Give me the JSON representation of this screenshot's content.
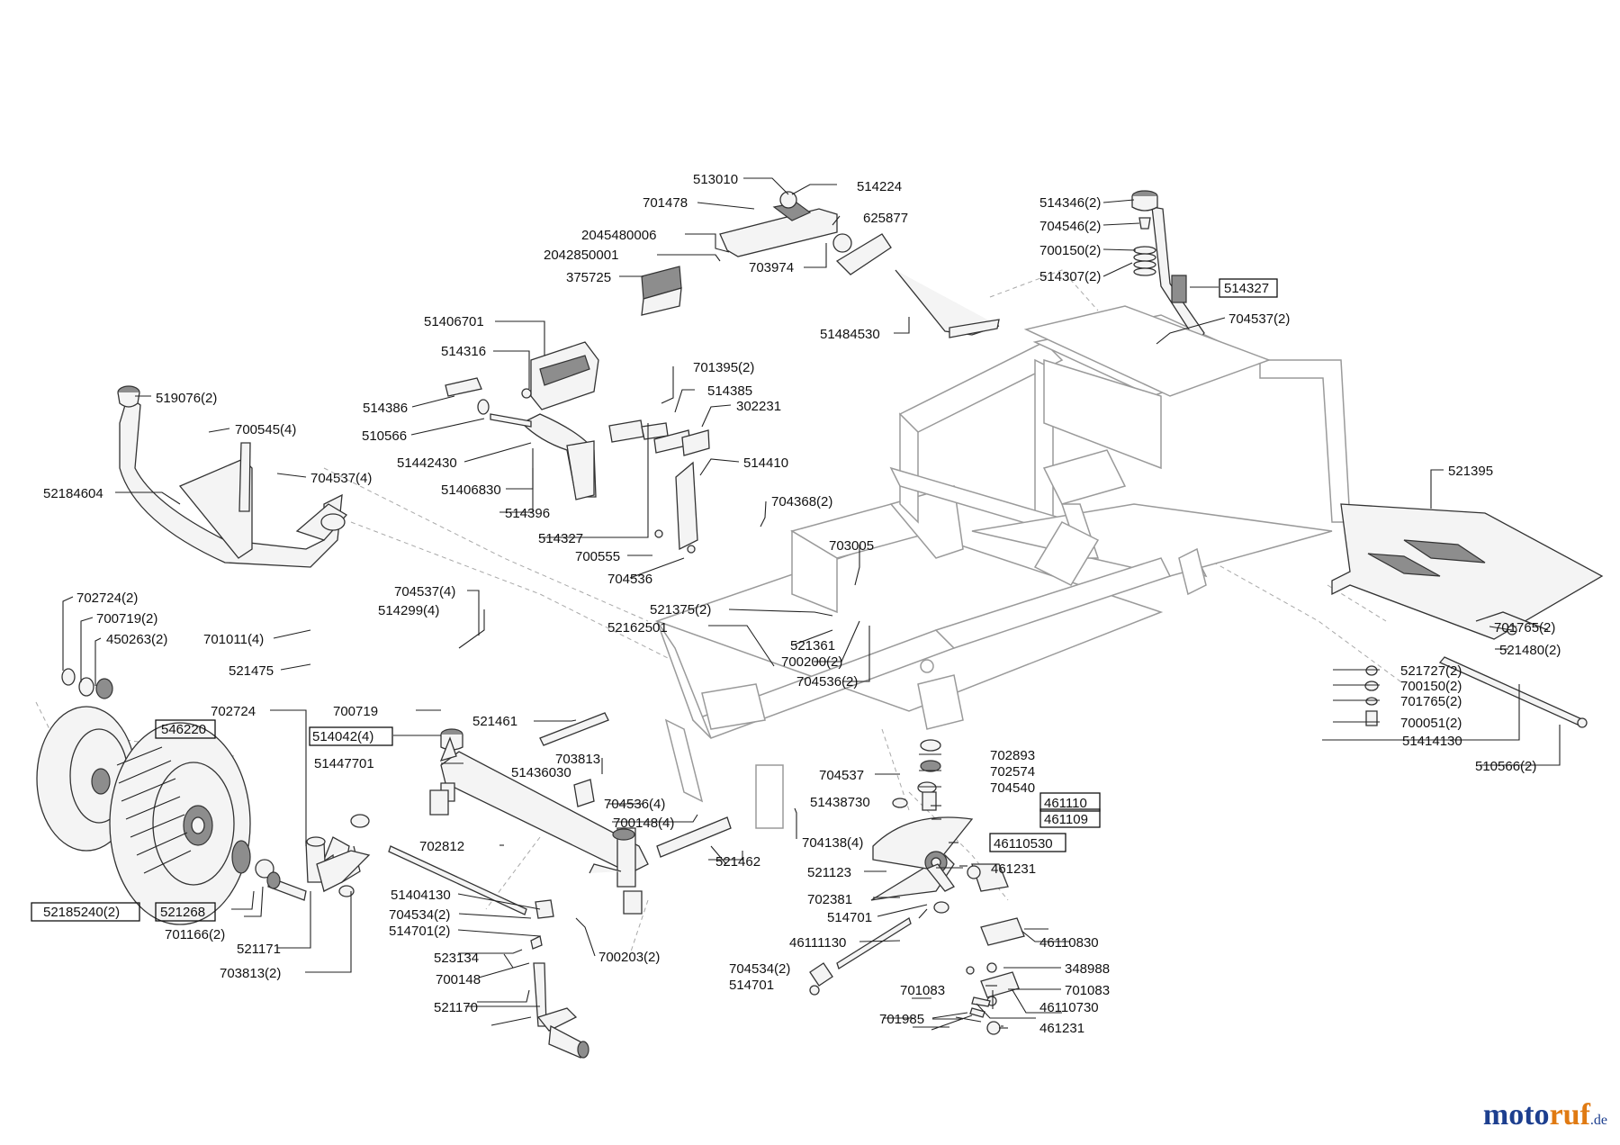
{
  "labels": [
    {
      "id": "p513010",
      "text": "513010"
    },
    {
      "id": "p514224",
      "text": "514224"
    },
    {
      "id": "p701478",
      "text": "701478"
    },
    {
      "id": "p625877",
      "text": "625877"
    },
    {
      "id": "p2045480006",
      "text": "2045480006"
    },
    {
      "id": "p2042850001",
      "text": "2042850001"
    },
    {
      "id": "p703974",
      "text": "703974"
    },
    {
      "id": "p375725",
      "text": "375725"
    },
    {
      "id": "p51484530",
      "text": "51484530"
    },
    {
      "id": "p514346",
      "text": "514346(2)"
    },
    {
      "id": "p704546",
      "text": "704546(2)"
    },
    {
      "id": "p700150a",
      "text": "700150(2)"
    },
    {
      "id": "p514307",
      "text": "514307(2)"
    },
    {
      "id": "p514327a",
      "text": "514327"
    },
    {
      "id": "p704537a",
      "text": "704537(2)"
    },
    {
      "id": "p51406701",
      "text": "51406701"
    },
    {
      "id": "p514316",
      "text": "514316"
    },
    {
      "id": "p701395",
      "text": "701395(2)"
    },
    {
      "id": "p514385",
      "text": "514385"
    },
    {
      "id": "p302231",
      "text": "302231"
    },
    {
      "id": "p514386",
      "text": "514386"
    },
    {
      "id": "p510566a",
      "text": "510566"
    },
    {
      "id": "p51442430",
      "text": "51442430"
    },
    {
      "id": "p51406830",
      "text": "51406830"
    },
    {
      "id": "p514410",
      "text": "514410"
    },
    {
      "id": "p514396",
      "text": "514396"
    },
    {
      "id": "p514327b",
      "text": "514327"
    },
    {
      "id": "p700555",
      "text": "700555"
    },
    {
      "id": "p704536a",
      "text": "704536"
    },
    {
      "id": "p519076",
      "text": "519076(2)"
    },
    {
      "id": "p700545",
      "text": "700545(4)"
    },
    {
      "id": "p704537b",
      "text": "704537(4)"
    },
    {
      "id": "p52184604",
      "text": "52184604"
    },
    {
      "id": "p704368",
      "text": "704368(2)"
    },
    {
      "id": "p703005",
      "text": "703005"
    },
    {
      "id": "p521375",
      "text": "521375(2)"
    },
    {
      "id": "p52162501",
      "text": "52162501"
    },
    {
      "id": "p521361",
      "text": "521361"
    },
    {
      "id": "p700200",
      "text": "700200(2)"
    },
    {
      "id": "p704536b",
      "text": "704536(2)"
    },
    {
      "id": "p521395",
      "text": "521395"
    },
    {
      "id": "p702724a",
      "text": "702724(2)"
    },
    {
      "id": "p700719a",
      "text": "700719(2)"
    },
    {
      "id": "p450263",
      "text": "450263(2)"
    },
    {
      "id": "p701011",
      "text": "701011(4)"
    },
    {
      "id": "p704537c",
      "text": "704537(4)"
    },
    {
      "id": "p514299",
      "text": "514299(4)"
    },
    {
      "id": "p521475",
      "text": "521475"
    },
    {
      "id": "p701765a",
      "text": "701765(2)"
    },
    {
      "id": "p521480",
      "text": "521480(2)"
    },
    {
      "id": "p521727",
      "text": "521727(2)"
    },
    {
      "id": "p700150b",
      "text": "700150(2)"
    },
    {
      "id": "p701765b",
      "text": "701765(2)"
    },
    {
      "id": "p700051",
      "text": "700051(2)"
    },
    {
      "id": "p51414130",
      "text": "51414130"
    },
    {
      "id": "p510566b",
      "text": "510566(2)"
    },
    {
      "id": "p702724b",
      "text": "702724"
    },
    {
      "id": "p546220",
      "text": "546220"
    },
    {
      "id": "p700719b",
      "text": "700719"
    },
    {
      "id": "p514042",
      "text": "514042(4)"
    },
    {
      "id": "p521461",
      "text": "521461"
    },
    {
      "id": "p51447701",
      "text": "51447701"
    },
    {
      "id": "p703813a",
      "text": "703813"
    },
    {
      "id": "p51436030",
      "text": "51436030"
    },
    {
      "id": "p702893",
      "text": "702893"
    },
    {
      "id": "p702574",
      "text": "702574"
    },
    {
      "id": "p704537d",
      "text": "704537"
    },
    {
      "id": "p704540",
      "text": "704540"
    },
    {
      "id": "p461110",
      "text": "461110"
    },
    {
      "id": "p51438730",
      "text": "51438730"
    },
    {
      "id": "p461109",
      "text": "461109"
    },
    {
      "id": "p704536c",
      "text": "704536(4)"
    },
    {
      "id": "p700148a",
      "text": "700148(4)"
    },
    {
      "id": "p704138",
      "text": "704138(4)"
    },
    {
      "id": "p46110530",
      "text": "46110530"
    },
    {
      "id": "p702812",
      "text": "702812"
    },
    {
      "id": "p521462",
      "text": "521462"
    },
    {
      "id": "p461231a",
      "text": "461231"
    },
    {
      "id": "p521123",
      "text": "521123"
    },
    {
      "id": "p702381",
      "text": "702381"
    },
    {
      "id": "p51404130",
      "text": "51404130"
    },
    {
      "id": "p514701a",
      "text": "514701"
    },
    {
      "id": "p52185240",
      "text": "52185240(2)"
    },
    {
      "id": "p521268",
      "text": "521268"
    },
    {
      "id": "p704534a",
      "text": "704534(2)"
    },
    {
      "id": "p514701b",
      "text": "514701(2)"
    },
    {
      "id": "p46110830",
      "text": "46110830"
    },
    {
      "id": "p46111130",
      "text": "46111130"
    },
    {
      "id": "p701166",
      "text": "701166(2)"
    },
    {
      "id": "p523134",
      "text": "523134"
    },
    {
      "id": "p700203",
      "text": "700203(2)"
    },
    {
      "id": "p521171",
      "text": "521171"
    },
    {
      "id": "p700148b",
      "text": "700148"
    },
    {
      "id": "p348988",
      "text": "348988"
    },
    {
      "id": "p704534b",
      "text": "704534(2)"
    },
    {
      "id": "p703813b",
      "text": "703813(2)"
    },
    {
      "id": "p514701c",
      "text": "514701"
    },
    {
      "id": "p701083a",
      "text": "701083"
    },
    {
      "id": "p701083b",
      "text": "701083"
    },
    {
      "id": "p521170",
      "text": "521170"
    },
    {
      "id": "p46110730",
      "text": "46110730"
    },
    {
      "id": "p701985",
      "text": "701985"
    },
    {
      "id": "p461231b",
      "text": "461231"
    }
  ],
  "brand": {
    "part1": "moto",
    "part2": "ruf",
    "part3": ".de"
  }
}
